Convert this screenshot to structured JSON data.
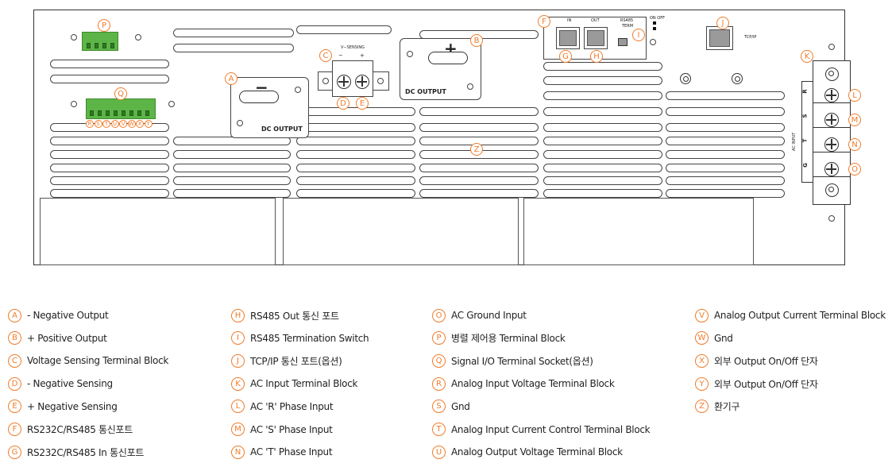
{
  "diagram": {
    "plates": {
      "negative": {
        "sign": "−",
        "label": "DC OUTPUT"
      },
      "positive": {
        "sign": "+",
        "label": "DC OUTPUT"
      }
    },
    "v_sensing": {
      "title": "V−SENSING",
      "minus": "−",
      "plus": "+"
    },
    "port_labels": {
      "in": "IN",
      "out": "OUT",
      "rs485": "RS485",
      "term": "TERM",
      "on_off": "ON OFF",
      "tcpip": "TCP/IP"
    },
    "ac_phase_labels": [
      "R",
      "S",
      "T",
      "G"
    ],
    "ac_vertical_label": "AC INPUT",
    "callouts": {
      "A": "A",
      "B": "B",
      "C": "C",
      "D": "D",
      "E": "E",
      "F": "F",
      "G": "G",
      "H": "H",
      "I": "I",
      "J": "J",
      "K": "K",
      "L": "L",
      "M": "M",
      "N": "N",
      "O": "O",
      "P": "P",
      "Q": "Q",
      "Z": "Z"
    },
    "signal_pins": [
      "R",
      "S",
      "T",
      "U",
      "V",
      "W",
      "X",
      "Y"
    ]
  },
  "legend": [
    {
      "letter": "A",
      "text": "- Negative Output"
    },
    {
      "letter": "B",
      "text": "+ Positive Output"
    },
    {
      "letter": "C",
      "text": "Voltage Sensing Terminal Block"
    },
    {
      "letter": "D",
      "text": "- Negative Sensing"
    },
    {
      "letter": "E",
      "text": "+ Negative Sensing"
    },
    {
      "letter": "F",
      "text": "RS232C/RS485 통신포트"
    },
    {
      "letter": "G",
      "text": "RS232C/RS485 In 통신포트"
    },
    {
      "letter": "H",
      "text": "RS485 Out 통신 포트"
    },
    {
      "letter": "I",
      "text": "RS485 Termination Switch"
    },
    {
      "letter": "J",
      "text": "TCP/IP 통신 포트(옵션)"
    },
    {
      "letter": "K",
      "text": "AC Input Terminal Block"
    },
    {
      "letter": "L",
      "text": "AC 'R' Phase Input"
    },
    {
      "letter": "M",
      "text": "AC 'S' Phase Input"
    },
    {
      "letter": "N",
      "text": "AC 'T' Phase Input"
    },
    {
      "letter": "O",
      "text": "AC Ground Input"
    },
    {
      "letter": "P",
      "text": "병렬 제어용 Terminal Block"
    },
    {
      "letter": "Q",
      "text": "Signal I/O Terminal Socket(옵션)"
    },
    {
      "letter": "R",
      "text": "Analog Input Voltage Terminal Block"
    },
    {
      "letter": "S",
      "text": "Gnd"
    },
    {
      "letter": "T",
      "text": "Analog Input Current Control Terminal Block"
    },
    {
      "letter": "U",
      "text": "Analog Output Voltage Terminal Block"
    },
    {
      "letter": "V",
      "text": "Analog Output Current  Terminal Block"
    },
    {
      "letter": "W",
      "text": "Gnd"
    },
    {
      "letter": "X",
      "text": "외부 Output On/Off 단자"
    },
    {
      "letter": "Y",
      "text": "외부 Output On/Off 단자"
    },
    {
      "letter": "Z",
      "text": "환기구"
    }
  ]
}
